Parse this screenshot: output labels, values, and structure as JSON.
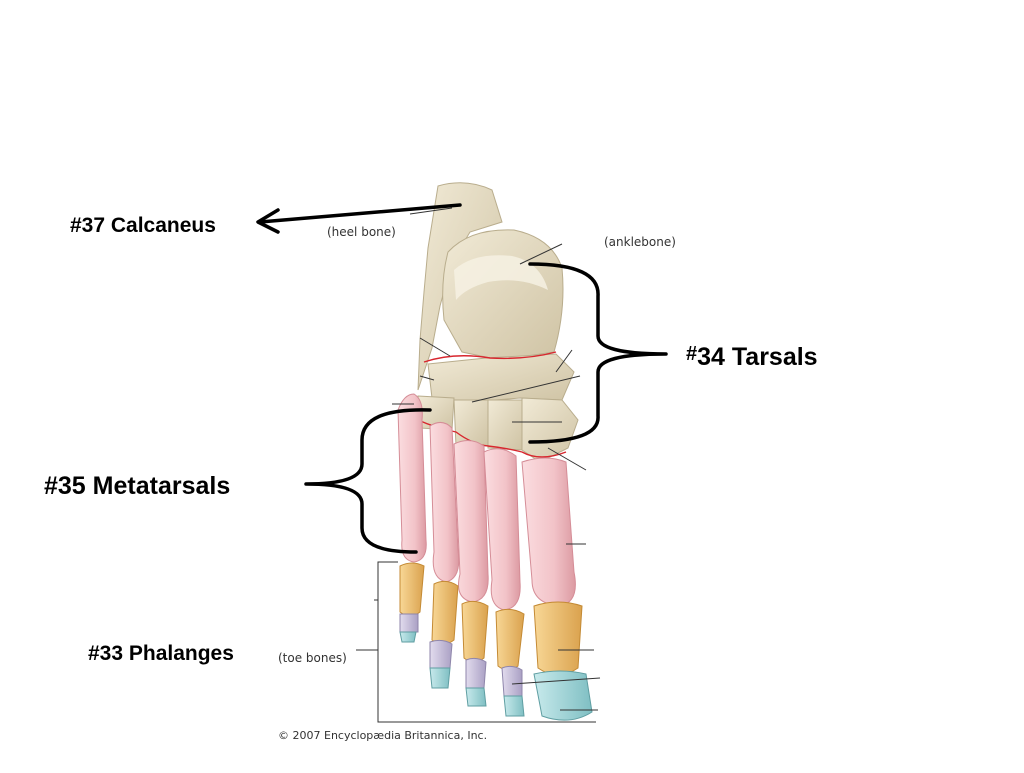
{
  "labels": {
    "calcaneus": "#37 Calcaneus",
    "tarsals_hash": "#",
    "tarsals": "34 Tarsals",
    "metatarsals": "#35 Metatarsals",
    "phalanges": "#33 Phalanges"
  },
  "captions": {
    "heel_bone": "(heel bone)",
    "anklebone": "(anklebone)",
    "toe_bones": "(toe bones)",
    "copyright": "© 2007 Encyclopædia Britannica, Inc."
  },
  "colors": {
    "tarsal_bone": "#e6dcc3",
    "tarsal_shade": "#c9bc9c",
    "metatarsal_bone": "#f2c3c8",
    "metatarsal_shade": "#e3a2aa",
    "proximal_phalanx": "#f0c173",
    "middle_phalanx": "#c6bed8",
    "distal_phalanx": "#9fd3d6",
    "joint_line": "#d8262e",
    "annotation": "#000000"
  }
}
